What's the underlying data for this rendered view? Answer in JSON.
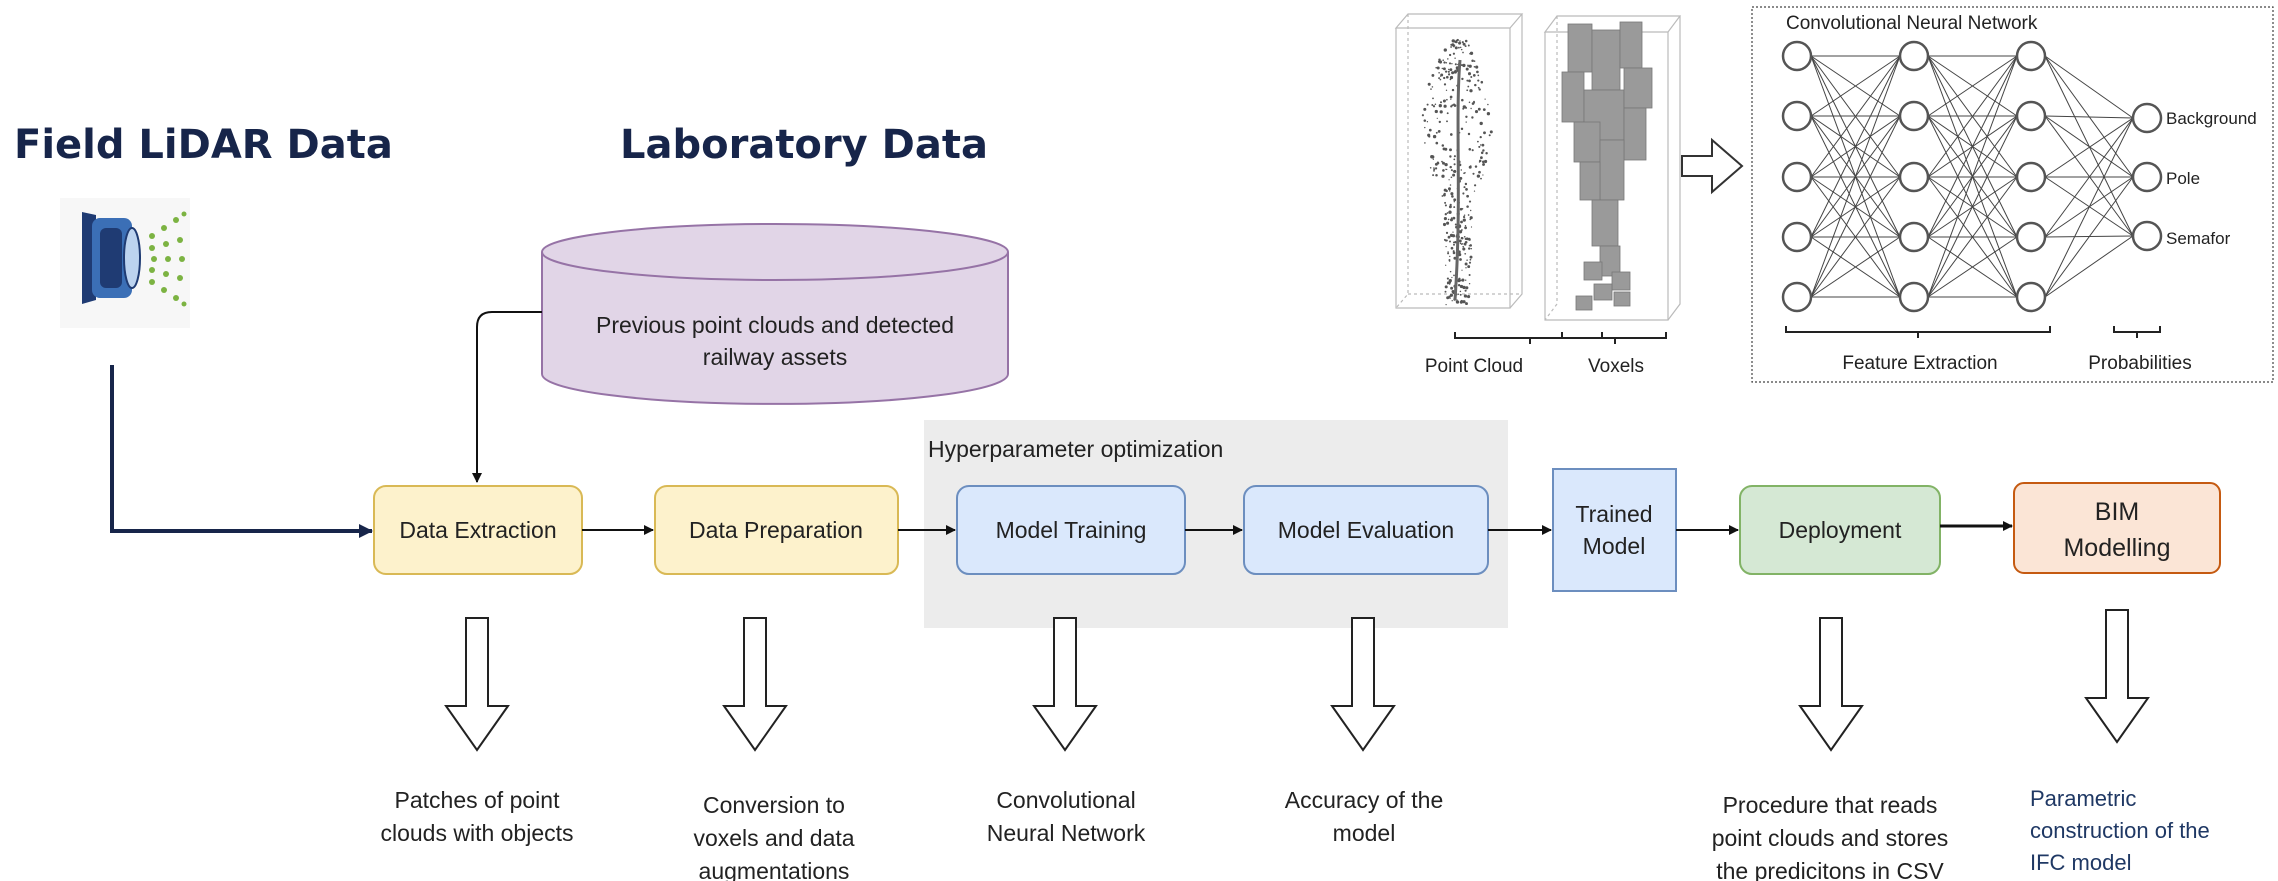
{
  "headings": {
    "field": "Field LiDAR Data",
    "lab": "Laboratory Data"
  },
  "database": {
    "line1": "Previous point clouds and detected",
    "line2": "railway assets"
  },
  "hyperparameter_label": "Hyperparameter optimization",
  "pipeline": {
    "data_extraction": "Data Extraction",
    "data_preparation": "Data Preparation",
    "model_training": "Model Training",
    "model_evaluation": "Model Evaluation",
    "trained_model": [
      "Trained",
      "Model"
    ],
    "deployment": "Deployment",
    "bim_modelling": [
      "BIM",
      "Modelling"
    ]
  },
  "outputs": {
    "extraction": [
      "Patches of point",
      "clouds with objects"
    ],
    "preparation": [
      "Conversion to",
      "voxels and data",
      "augmentations"
    ],
    "training": [
      "Convolutional",
      "Neural Network"
    ],
    "evaluation": [
      "Accuracy of the",
      "model"
    ],
    "deployment": [
      "Procedure that reads",
      "point clouds and stores",
      "the predicitons in CSV"
    ],
    "bim": [
      "Parametric",
      "construction of the",
      "IFC model"
    ]
  },
  "cnn": {
    "title": "Convolutional Neural Network",
    "classes": [
      "Background",
      "Pole",
      "Semafor"
    ],
    "feature_label": "Feature Extraction",
    "prob_label": "Probabilities",
    "point_cloud_label": "Point Cloud",
    "voxels_label": "Voxels"
  },
  "colors": {
    "heading": "#17254a",
    "yellow_fill": "#fdf2cc",
    "yellow_stroke": "#d9b955",
    "blue_fill": "#dae8fc",
    "blue_stroke": "#6c8ebf",
    "green_fill": "#d5e8d4",
    "green_stroke": "#82b366",
    "orange_fill": "#fbe5d6",
    "orange_stroke": "#c55a11",
    "purple_fill": "#e1d5e7",
    "purple_stroke": "#9673a6",
    "hyper_bg": "#ececec",
    "bim_text": "#1f3864"
  },
  "icons": {
    "lidar": "lidar-scanner-icon",
    "down_arrow": "hollow-down-arrow-icon",
    "right_arrow": "hollow-right-arrow-icon"
  }
}
